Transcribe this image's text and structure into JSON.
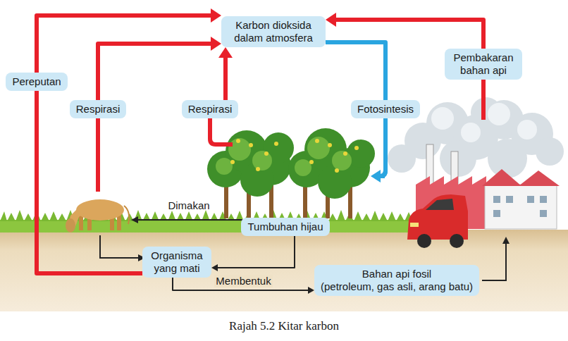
{
  "diagram": {
    "caption": "Rajah 5.2 Kitar karbon",
    "nodes": [
      {
        "text": [
          "Karbon dioksida dalam atmosfera"
        ]
      },
      {
        "text": [
          "Pembakaran bahan api"
        ]
      },
      {
        "text": [
          "Pereputan"
        ]
      },
      {
        "text": [
          "Respirasi"
        ]
      },
      {
        "text": [
          "Respirasi"
        ]
      },
      {
        "text": [
          "Fotosintesis"
        ]
      },
      {
        "text": [
          "Tumbuhan hijau"
        ]
      },
      {
        "text": [
          "Organisma yang mati"
        ]
      },
      {
        "text": [
          "Bahan api fosil",
          "(petroleum, gas asli, arang batu)"
        ]
      }
    ],
    "edges": [
      {
        "from": 2,
        "to": 0,
        "arrow": "to"
      },
      {
        "from": 3,
        "to": 0,
        "arrow": "to"
      },
      {
        "from": 4,
        "to": 0,
        "arrow": "to"
      },
      {
        "from": 0,
        "to": 5,
        "arrow": "none"
      },
      {
        "from": 1,
        "to": 0,
        "arrow": "to"
      },
      {
        "from": 7,
        "to": 2,
        "arrow": "none"
      },
      {
        "from": 6,
        "to": 7,
        "arrow": "to"
      },
      {
        "from": 7,
        "to": 8,
        "label": "Membentuk",
        "arrow": "to"
      }
    ],
    "labels": [
      "Dimakan"
    ]
  }
}
